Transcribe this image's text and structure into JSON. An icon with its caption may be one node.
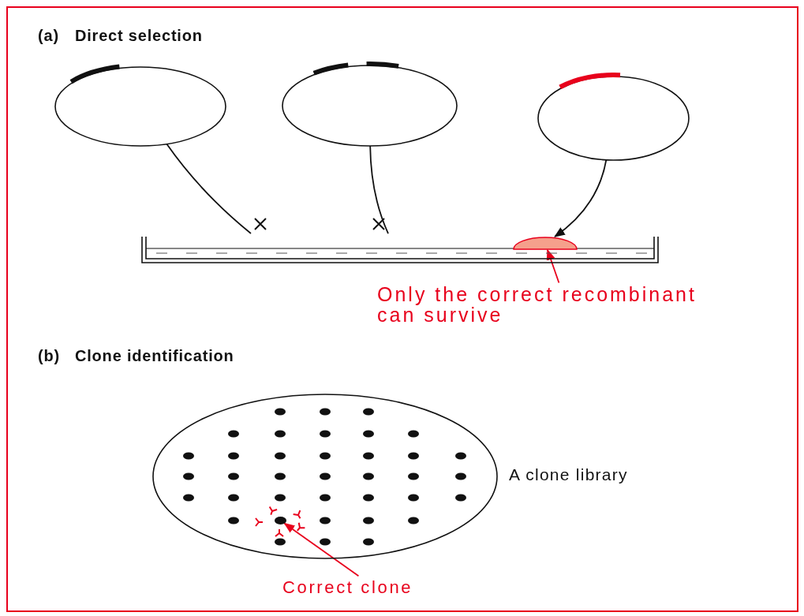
{
  "diagram": {
    "nodes": [
      {
        "text": [],
        "shape": "circle"
      },
      {
        "text": [],
        "shape": "circle"
      },
      {
        "text": [],
        "shape": "circle"
      },
      {
        "text": [],
        "shape": "dish"
      },
      {
        "text": [],
        "shape": "dome",
        "in": 3
      },
      {
        "text": [
          "Only the correct recombinant can survive"
        ]
      },
      {
        "text": [
          "A clone library"
        ]
      },
      {
        "text": [],
        "shape": "dot",
        "in": 6
      },
      {
        "text": [
          "Correct clone"
        ]
      }
    ],
    "edges": [
      {
        "from": 0,
        "to": 3,
        "arrow": "none"
      },
      {
        "from": 1,
        "to": 3,
        "arrow": "none"
      },
      {
        "from": 2,
        "to": 4,
        "arrow": "to"
      },
      {
        "from": 5,
        "to": 4,
        "arrow": "to",
        "color": "#e8001c"
      },
      {
        "from": 8,
        "to": 7,
        "arrow": "to",
        "color": "#e8001c"
      }
    ],
    "labels": [
      "(a)",
      "Direct selection",
      "(b)",
      "Clone identification"
    ]
  }
}
